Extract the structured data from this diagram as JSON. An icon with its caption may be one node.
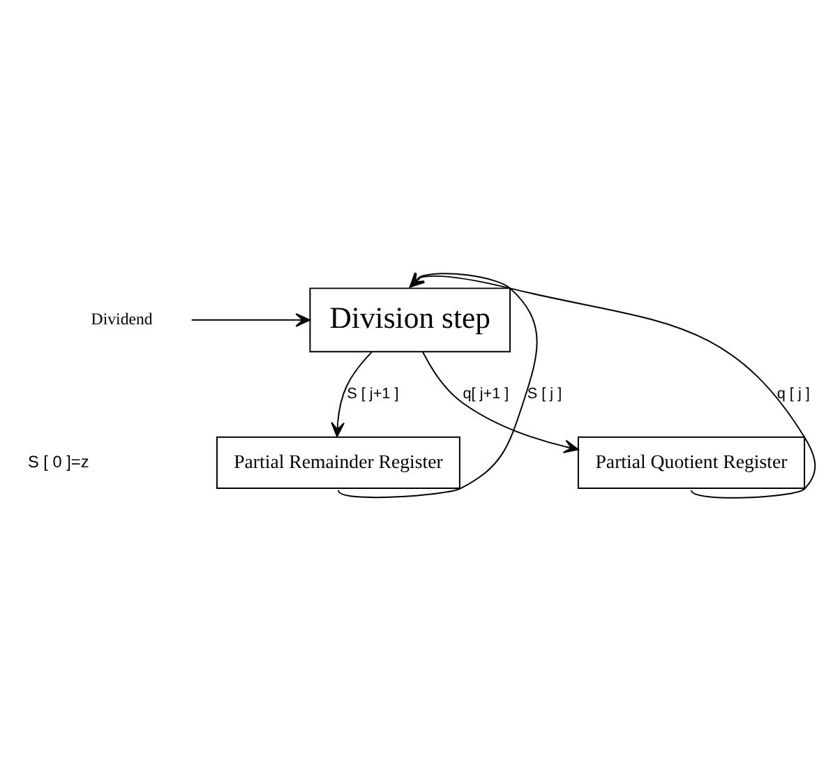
{
  "diagram": {
    "nodes": [
      {
        "text": [
          "Dividend"
        ]
      },
      {
        "text": [
          "Division step"
        ]
      },
      {
        "text": [
          "Partial Remainder Register"
        ]
      },
      {
        "text": [
          "Partial Quotient Register"
        ]
      }
    ],
    "edges": [
      {
        "from": 0,
        "to": 1,
        "arrow": "to"
      },
      {
        "from": 1,
        "to": 2,
        "arrow": "to",
        "label": "S [ j+1 ]"
      },
      {
        "from": 1,
        "to": 3,
        "arrow": "to",
        "label": "q[ j+1 ]"
      },
      {
        "from": 2,
        "to": 1,
        "arrow": "to",
        "label": "S [ j ]"
      },
      {
        "from": 3,
        "to": 1,
        "arrow": "to",
        "label": "q [ j ]"
      }
    ],
    "labels": [
      "S [ 0 ]=z"
    ]
  }
}
